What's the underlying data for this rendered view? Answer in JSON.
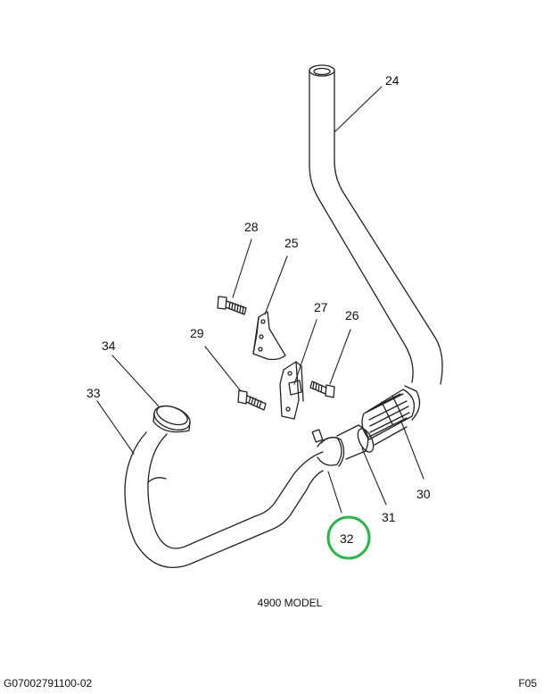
{
  "callouts": {
    "c24": "24",
    "c25": "25",
    "c26": "26",
    "c27": "27",
    "c28": "28",
    "c29": "29",
    "c30": "30",
    "c31": "31",
    "c32": "32",
    "c33": "33",
    "c34": "34"
  },
  "highlight_color": "#2db34a",
  "caption": "4900 MODEL",
  "footer": {
    "drawing_id": "G07002791100-02",
    "sheet": "F05"
  }
}
